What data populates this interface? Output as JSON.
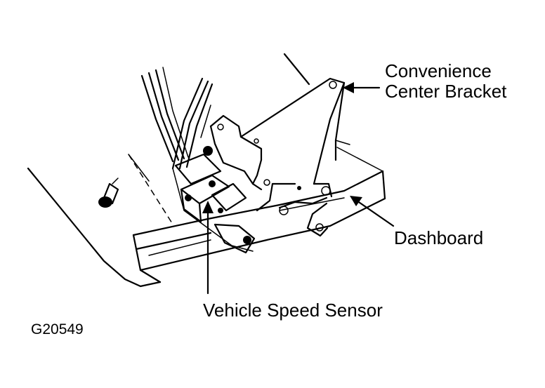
{
  "figure": {
    "id_code": "G20549",
    "callouts": {
      "bracket_line1": "Convenience",
      "bracket_line2": "Center Bracket",
      "dashboard": "Dashboard",
      "sensor": "Vehicle Speed Sensor"
    }
  },
  "colors": {
    "ink": "#000000",
    "paper": "#ffffff"
  }
}
